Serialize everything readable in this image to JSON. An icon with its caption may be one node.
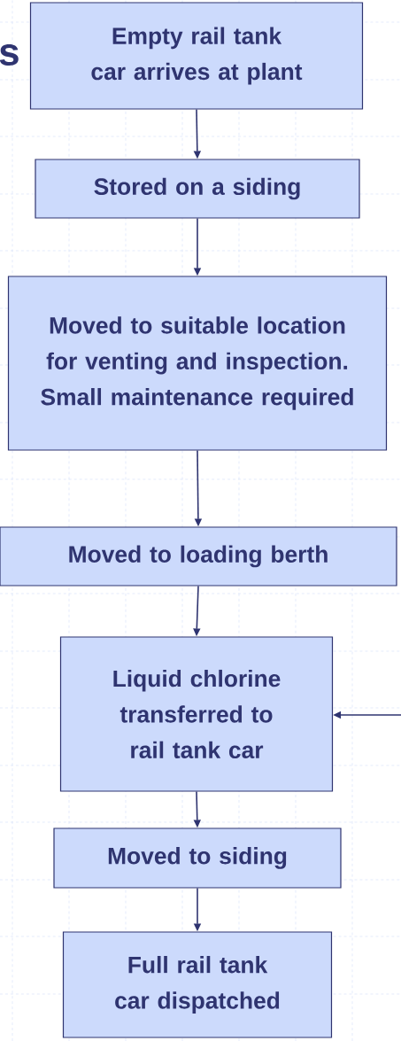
{
  "diagram": {
    "nodes": [
      {
        "text": [
          "Empty rail tank car arrives at plant"
        ]
      },
      {
        "text": [
          "Stored on a siding"
        ]
      },
      {
        "text": [
          "Moved to suitable location for venting and inspection. Small maintenance required"
        ]
      },
      {
        "text": [
          "Moved to loading berth"
        ]
      },
      {
        "text": [
          "Liquid chlorine transferred to rail tank car"
        ]
      },
      {
        "text": [
          "Moved to siding"
        ]
      },
      {
        "text": [
          "Full rail tank car dispatched"
        ]
      }
    ],
    "edges": [
      {
        "from": 0,
        "to": 1,
        "arrow": "to"
      },
      {
        "from": 1,
        "to": 2,
        "arrow": "to"
      },
      {
        "from": 2,
        "to": 3,
        "arrow": "to"
      },
      {
        "from": 3,
        "to": 4,
        "arrow": "to"
      },
      {
        "from": 4,
        "to": 5,
        "arrow": "to"
      },
      {
        "from": 5,
        "to": 6,
        "arrow": "to"
      },
      {
        "from": null,
        "to": 4,
        "arrow": "to"
      }
    ],
    "labels": [
      "s"
    ]
  }
}
